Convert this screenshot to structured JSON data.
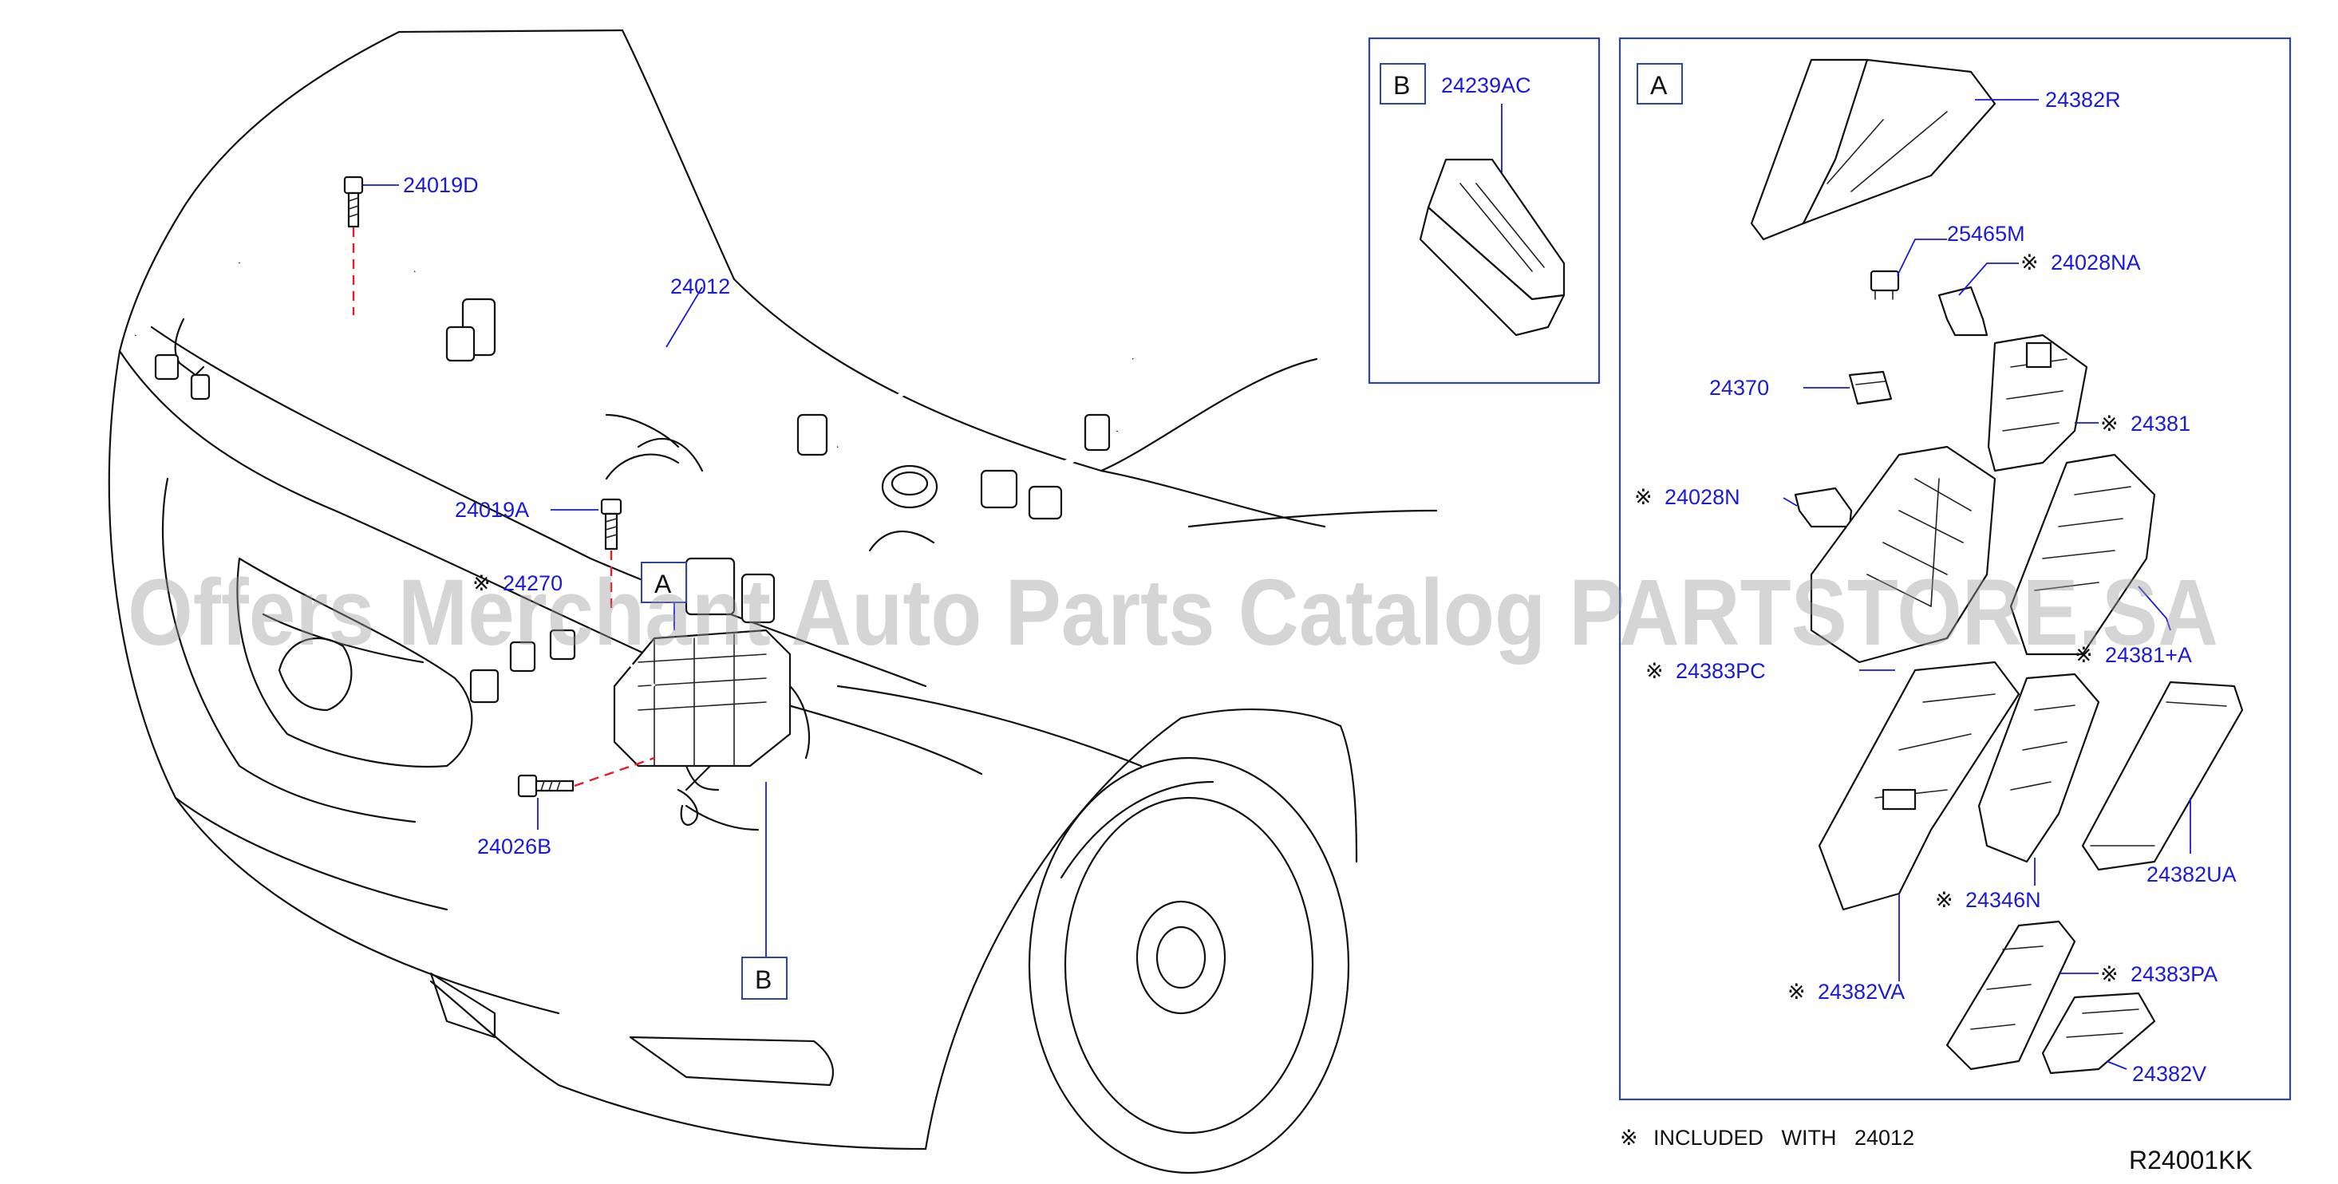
{
  "watermark": "Offers Merchant Auto Parts Catalog PARTSTORE.SA",
  "diagram_code": "R24001KK",
  "legend": {
    "mark": "※",
    "text": "INCLUDED   WITH   24012"
  },
  "views": {
    "A": {
      "letter": "A"
    },
    "B": {
      "letter": "B"
    }
  },
  "parts": {
    "p24019D": {
      "number": "24019D",
      "included": false
    },
    "p24012": {
      "number": "24012",
      "included": false
    },
    "p24019A": {
      "number": "24019A",
      "included": false
    },
    "p24270": {
      "number": "24270",
      "included": true
    },
    "p24026B": {
      "number": "24026B",
      "included": false
    },
    "p24239AC": {
      "number": "24239AC",
      "included": false
    },
    "p24382R": {
      "number": "24382R",
      "included": false
    },
    "p25465M": {
      "number": "25465M",
      "included": false
    },
    "p24028NA": {
      "number": "24028NA",
      "included": true
    },
    "p24370": {
      "number": "24370",
      "included": false
    },
    "p24381": {
      "number": "24381",
      "included": true
    },
    "p24028N": {
      "number": "24028N",
      "included": true
    },
    "p24381A": {
      "number": "24381+A",
      "included": true
    },
    "p24383PC": {
      "number": "24383PC",
      "included": true
    },
    "p24346N": {
      "number": "24346N",
      "included": true
    },
    "p24382UA": {
      "number": "24382UA",
      "included": false
    },
    "p24382VA": {
      "number": "24382VA",
      "included": true
    },
    "p24383PA": {
      "number": "24383PA",
      "included": true
    },
    "p24382V": {
      "number": "24382V",
      "included": false
    }
  },
  "mark": "※"
}
